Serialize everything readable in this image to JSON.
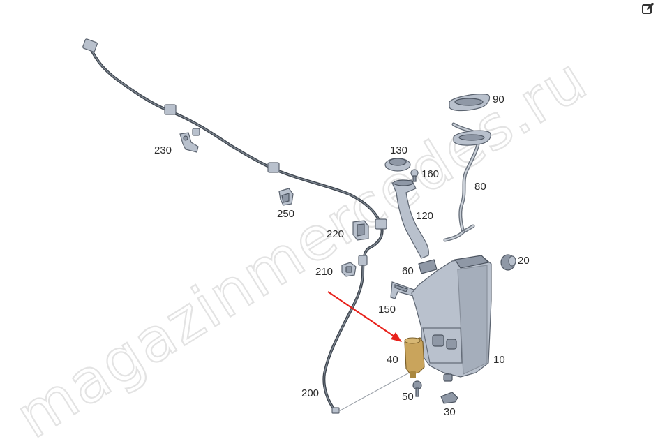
{
  "watermark": {
    "text": "magazinmercedes.ru"
  },
  "toolbar": {
    "edit_icon": "edit-icon"
  },
  "callouts": {
    "p10": "10",
    "p20": "20",
    "p30": "30",
    "p40": "40",
    "p50": "50",
    "p60": "60",
    "p80": "80",
    "p90": "90",
    "p120": "120",
    "p130": "130",
    "p150": "150",
    "p160": "160",
    "p200": "200",
    "p210": "210",
    "p220": "220",
    "p230": "230",
    "p250": "250"
  },
  "highlight": {
    "part": "40",
    "arrow_color": "#e8211b"
  },
  "colors": {
    "part_fill": "#b9c1cd",
    "hose": "#3f464f",
    "pump": "#c9a45c"
  }
}
